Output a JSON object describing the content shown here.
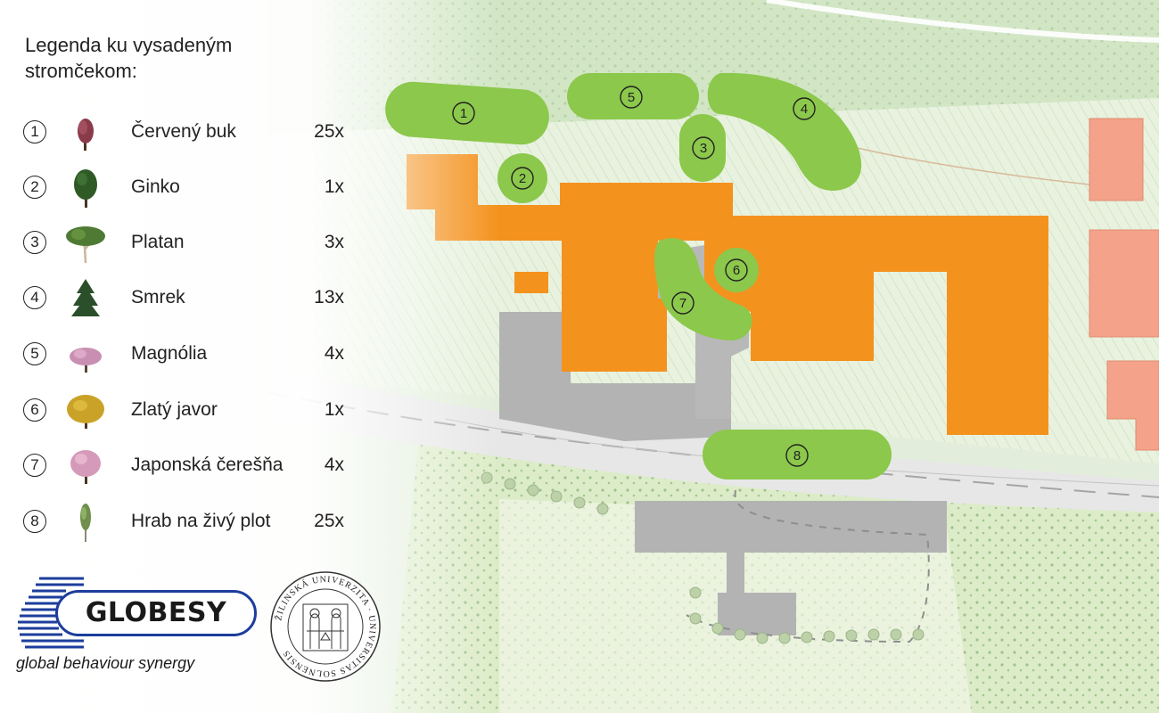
{
  "legend": {
    "title": "Legenda ku vysadeným stromčekom:",
    "items": [
      {
        "num": "1",
        "name": "Červený buk",
        "count": "25x",
        "icon": "red-beech-tree-icon",
        "color": "#8a3b4a"
      },
      {
        "num": "2",
        "name": "Ginko",
        "count": "1x",
        "icon": "ginkgo-tree-icon",
        "color": "#2f5a26"
      },
      {
        "num": "3",
        "name": "Platan",
        "count": "3x",
        "icon": "plane-tree-icon",
        "color": "#4f7a33"
      },
      {
        "num": "4",
        "name": "Smrek",
        "count": "13x",
        "icon": "spruce-tree-icon",
        "color": "#2b4f2a"
      },
      {
        "num": "5",
        "name": "Magnólia",
        "count": "4x",
        "icon": "magnolia-tree-icon",
        "color": "#c98fb2"
      },
      {
        "num": "6",
        "name": "Zlatý javor",
        "count": "1x",
        "icon": "golden-maple-tree-icon",
        "color": "#c9a227"
      },
      {
        "num": "7",
        "name": "Japonská čerešňa",
        "count": "4x",
        "icon": "japanese-cherry-tree-icon",
        "color": "#d59ab9"
      },
      {
        "num": "8",
        "name": "Hrab na živý plot",
        "count": "25x",
        "icon": "hornbeam-hedge-icon",
        "color": "#6f8f4a"
      }
    ]
  },
  "logos": {
    "globesy_name": "GLOBESY",
    "globesy_tagline": "global behaviour synergy",
    "university_seal_text": "ŽILINSKÁ UNIVERZITA · UNIVERSITAS SOLNENSIS"
  },
  "map": {
    "building_color": "#f4921e",
    "neighbor_building_color": "#f4a28a",
    "planting_color": "#8cc84b",
    "road_color": "#b0b0b0",
    "labels": [
      "1",
      "5",
      "4",
      "3",
      "2",
      "6",
      "7",
      "8"
    ]
  }
}
